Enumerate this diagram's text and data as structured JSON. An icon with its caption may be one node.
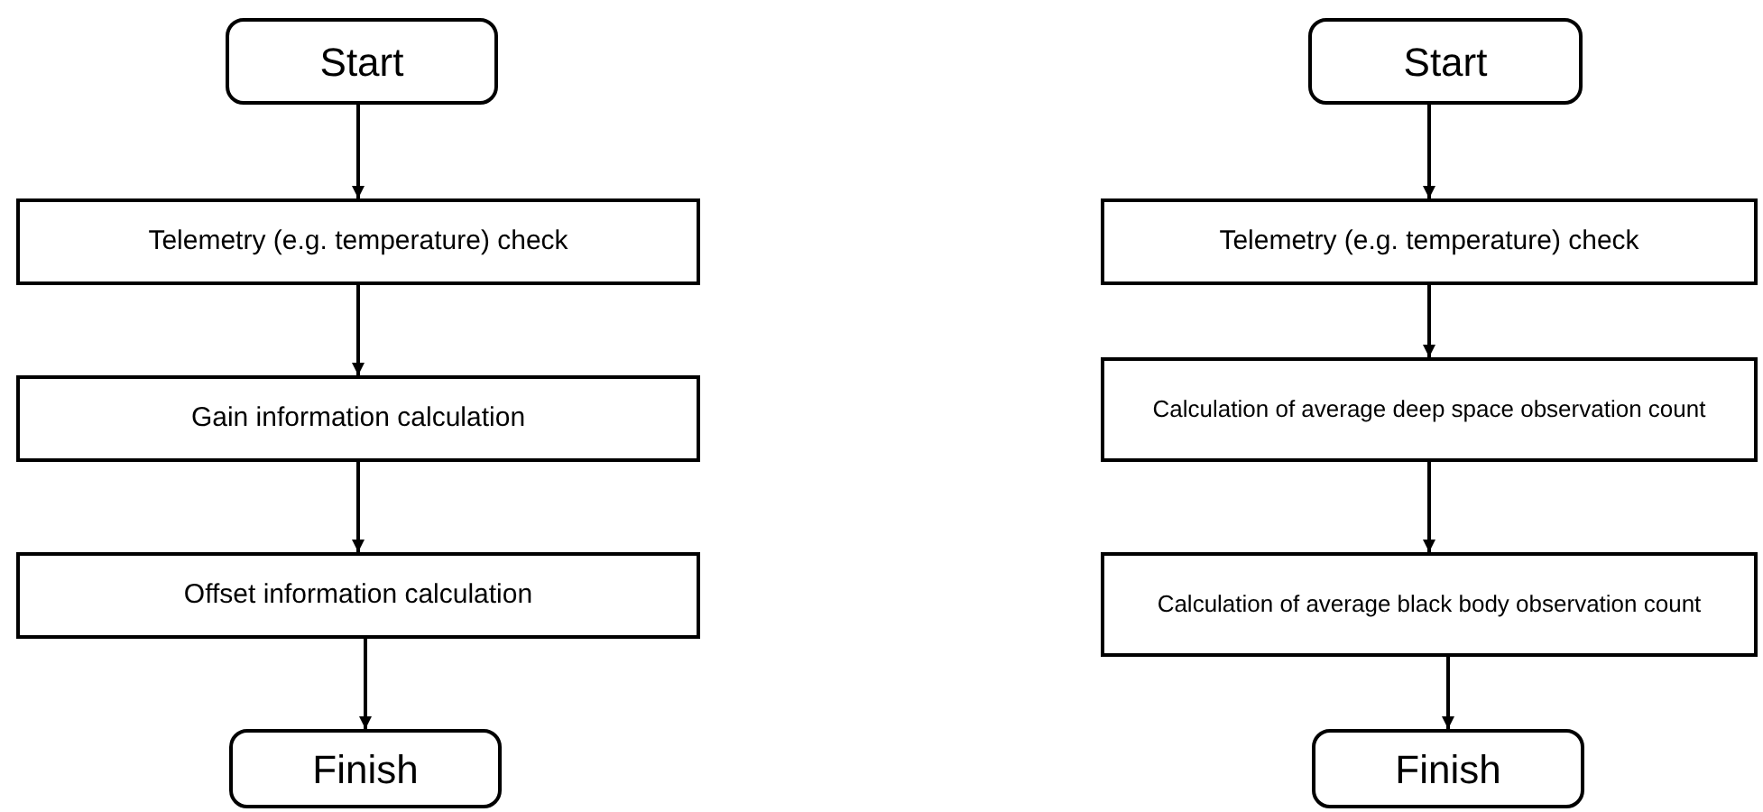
{
  "diagram": {
    "nodes": [
      {
        "text": [
          "Start"
        ]
      },
      {
        "text": [
          "Telemetry (e.g. temperature) check"
        ]
      },
      {
        "text": [
          "Gain information calculation"
        ]
      },
      {
        "text": [
          "Offset information calculation"
        ]
      },
      {
        "text": [
          "Finish"
        ]
      },
      {
        "text": [
          "Start"
        ]
      },
      {
        "text": [
          "Telemetry (e.g. temperature) check"
        ]
      },
      {
        "text": [
          "Calculation of average deep space observation count"
        ]
      },
      {
        "text": [
          "Calculation of average black body observation count"
        ]
      },
      {
        "text": [
          "Finish"
        ]
      }
    ],
    "edges": [
      {
        "from": 0,
        "to": 1,
        "arrow": "to"
      },
      {
        "from": 1,
        "to": 2,
        "arrow": "to"
      },
      {
        "from": 2,
        "to": 3,
        "arrow": "to"
      },
      {
        "from": 3,
        "to": 4,
        "arrow": "to"
      },
      {
        "from": 5,
        "to": 6,
        "arrow": "to"
      },
      {
        "from": 6,
        "to": 7,
        "arrow": "to"
      },
      {
        "from": 7,
        "to": 8,
        "arrow": "to"
      },
      {
        "from": 8,
        "to": 9,
        "arrow": "to"
      }
    ]
  }
}
